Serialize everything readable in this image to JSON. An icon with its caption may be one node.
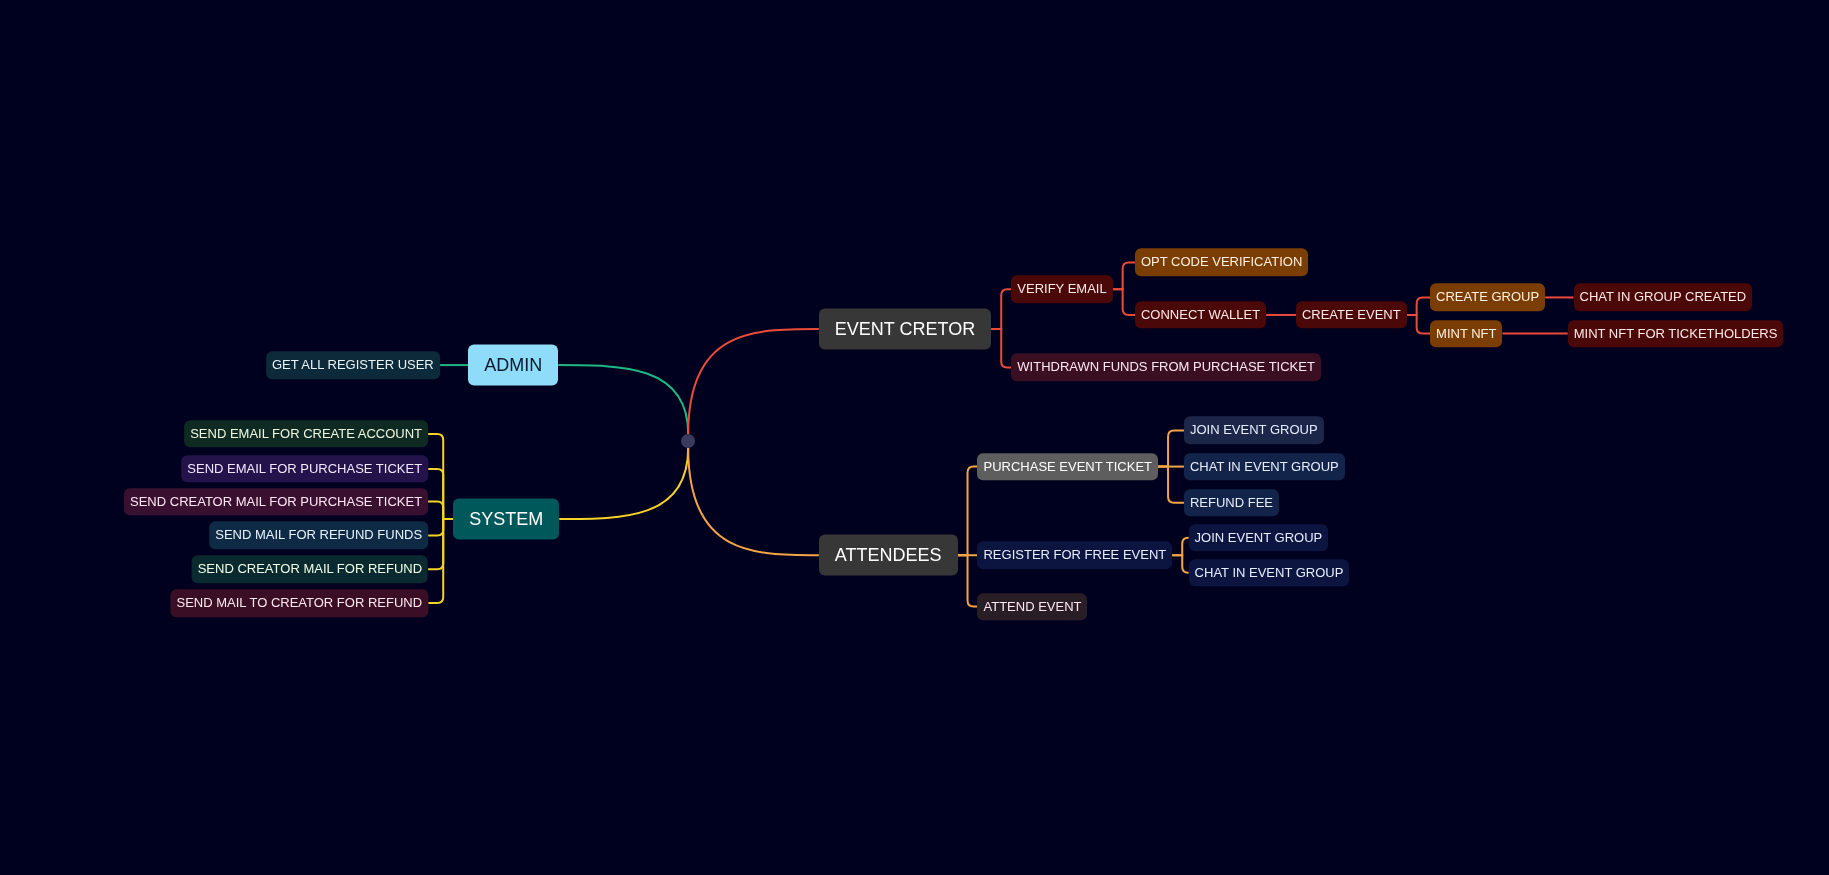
{
  "diagram": {
    "nodes": [
      {
        "text": [],
        "shape": "circle"
      },
      {
        "text": [
          "ADMIN"
        ]
      },
      {
        "text": [
          "GET ALL REGISTER USER"
        ]
      },
      {
        "text": [
          "SYSTEM"
        ]
      },
      {
        "text": [
          "SEND EMAIL FOR CREATE ACCOUNT"
        ]
      },
      {
        "text": [
          "SEND EMAIL FOR PURCHASE TICKET"
        ]
      },
      {
        "text": [
          "SEND CREATOR MAIL FOR PURCHASE TICKET"
        ]
      },
      {
        "text": [
          "SEND MAIL FOR REFUND FUNDS"
        ]
      },
      {
        "text": [
          "SEND CREATOR MAIL FOR REFUND"
        ]
      },
      {
        "text": [
          "SEND MAIL TO CREATOR FOR REFUND"
        ]
      },
      {
        "text": [
          "EVENT CRETOR"
        ]
      },
      {
        "text": [
          "VERIFY EMAIL"
        ]
      },
      {
        "text": [
          "OPT CODE VERIFICATION"
        ]
      },
      {
        "text": [
          "CONNECT WALLET"
        ]
      },
      {
        "text": [
          "CREATE EVENT"
        ]
      },
      {
        "text": [
          "CREATE GROUP"
        ]
      },
      {
        "text": [
          "CHAT IN GROUP CREATED"
        ]
      },
      {
        "text": [
          "MINT NFT"
        ]
      },
      {
        "text": [
          "MINT NFT FOR TICKETHOLDERS"
        ]
      },
      {
        "text": [
          "WITHDRAWN FUNDS FROM PURCHASE TICKET"
        ]
      },
      {
        "text": [
          "ATTENDEES"
        ]
      },
      {
        "text": [
          "PURCHASE EVENT TICKET"
        ]
      },
      {
        "text": [
          "JOIN EVENT GROUP"
        ]
      },
      {
        "text": [
          "CHAT IN EVENT GROUP"
        ]
      },
      {
        "text": [
          "REFUND FEE"
        ]
      },
      {
        "text": [
          "REGISTER FOR FREE EVENT"
        ]
      },
      {
        "text": [
          "JOIN EVENT GROUP"
        ]
      },
      {
        "text": [
          "CHAT IN EVENT GROUP"
        ]
      },
      {
        "text": [
          "ATTEND EVENT"
        ]
      }
    ],
    "edges": [
      {
        "from": 0,
        "to": 1,
        "arrow": "none",
        "color": "#1fb784"
      },
      {
        "from": 1,
        "to": 2,
        "arrow": "none",
        "color": "#1fb784"
      },
      {
        "from": 0,
        "to": 3,
        "arrow": "none",
        "color": "#f5d327"
      },
      {
        "from": 3,
        "to": 4,
        "arrow": "none",
        "color": "#f5d327"
      },
      {
        "from": 3,
        "to": 5,
        "arrow": "none",
        "color": "#f5d327"
      },
      {
        "from": 3,
        "to": 6,
        "arrow": "none",
        "color": "#f5d327"
      },
      {
        "from": 3,
        "to": 7,
        "arrow": "none",
        "color": "#f5d327"
      },
      {
        "from": 3,
        "to": 8,
        "arrow": "none",
        "color": "#f5d327"
      },
      {
        "from": 3,
        "to": 9,
        "arrow": "none",
        "color": "#f5d327"
      },
      {
        "from": 0,
        "to": 10,
        "arrow": "none",
        "color": "#ec4b3c"
      },
      {
        "from": 10,
        "to": 11,
        "arrow": "none",
        "color": "#ec4b3c"
      },
      {
        "from": 11,
        "to": 12,
        "arrow": "none",
        "color": "#ec4b3c"
      },
      {
        "from": 11,
        "to": 13,
        "arrow": "none",
        "color": "#ec4b3c"
      },
      {
        "from": 13,
        "to": 14,
        "arrow": "none",
        "color": "#ec4b3c"
      },
      {
        "from": 14,
        "to": 15,
        "arrow": "none",
        "color": "#ec4b3c"
      },
      {
        "from": 15,
        "to": 16,
        "arrow": "none",
        "color": "#ec4b3c"
      },
      {
        "from": 14,
        "to": 17,
        "arrow": "none",
        "color": "#ec4b3c"
      },
      {
        "from": 17,
        "to": 18,
        "arrow": "none",
        "color": "#ec4b3c"
      },
      {
        "from": 10,
        "to": 19,
        "arrow": "none",
        "color": "#ec4b3c"
      },
      {
        "from": 0,
        "to": 20,
        "arrow": "none",
        "color": "#f5a447"
      },
      {
        "from": 20,
        "to": 21,
        "arrow": "none",
        "color": "#f5a447"
      },
      {
        "from": 21,
        "to": 22,
        "arrow": "none",
        "color": "#f5a447"
      },
      {
        "from": 21,
        "to": 23,
        "arrow": "none",
        "color": "#f5a447"
      },
      {
        "from": 21,
        "to": 24,
        "arrow": "none",
        "color": "#f5a447"
      },
      {
        "from": 20,
        "to": 25,
        "arrow": "none",
        "color": "#f5a447"
      },
      {
        "from": 25,
        "to": 26,
        "arrow": "none",
        "color": "#f5a447"
      },
      {
        "from": 25,
        "to": 27,
        "arrow": "none",
        "color": "#f5a447"
      },
      {
        "from": 20,
        "to": 28,
        "arrow": "none",
        "color": "#f5a447"
      }
    ]
  }
}
